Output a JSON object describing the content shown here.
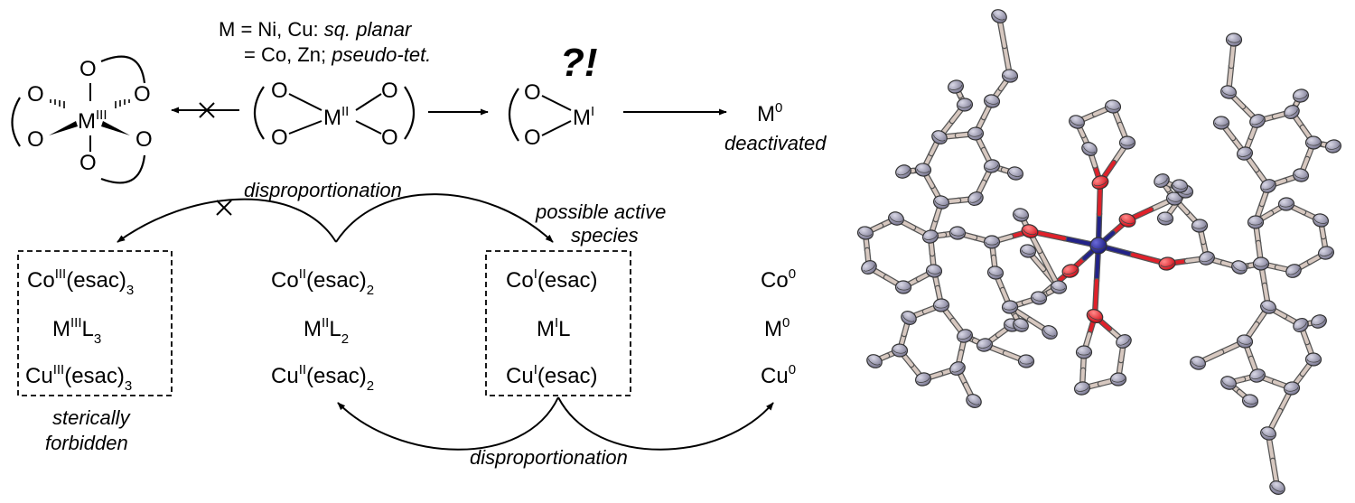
{
  "header": {
    "line1_prefix": "M = Ni, Cu: ",
    "line1_geom": "sq. planar",
    "line2_prefix": "= Co, Zn; ",
    "line2_geom": "pseudo-tet.",
    "question": "?!"
  },
  "top_row": {
    "oct_metal": "M",
    "oct_ox": "III",
    "center_metal": "M",
    "center_ox": "II",
    "mono_metal": "M",
    "mono_ox": "I",
    "zero_metal": "M",
    "zero_ox": "0",
    "deactivated": "deactivated",
    "o": "O"
  },
  "labels": {
    "disp_top": "disproportionation",
    "disp_bottom": "disproportionation",
    "possible_active_1": "possible active",
    "possible_active_2": "species",
    "sterically": "sterically",
    "forbidden": "forbidden"
  },
  "columns": {
    "m3": [
      {
        "base": "Co",
        "sup": "III",
        "rest": "(esac)",
        "sub": "3"
      },
      {
        "base": "M",
        "sup": "III",
        "rest": "L",
        "sub": "3"
      },
      {
        "base": "Cu",
        "sup": "III",
        "rest": "(esac)",
        "sub": "3"
      }
    ],
    "m2": [
      {
        "base": "Co",
        "sup": "II",
        "rest": "(esac)",
        "sub": "2"
      },
      {
        "base": "M",
        "sup": "II",
        "rest": "L",
        "sub": "2"
      },
      {
        "base": "Cu",
        "sup": "II",
        "rest": "(esac)",
        "sub": "2"
      }
    ],
    "m1": [
      {
        "base": "Co",
        "sup": "I",
        "rest": "(esac)",
        "sub": ""
      },
      {
        "base": "M",
        "sup": "I",
        "rest": "L",
        "sub": ""
      },
      {
        "base": "Cu",
        "sup": "I",
        "rest": "(esac)",
        "sub": ""
      }
    ],
    "m0": [
      {
        "base": "Co",
        "sup": "0",
        "rest": "",
        "sub": ""
      },
      {
        "base": "M",
        "sup": "0",
        "rest": "",
        "sub": ""
      },
      {
        "base": "Cu",
        "sup": "0",
        "rest": "",
        "sub": ""
      }
    ]
  },
  "colors": {
    "carbon": "#8c8aa3",
    "oxygen": "#e0202a",
    "metal": "#222288",
    "bond": "#6e6e6e"
  }
}
